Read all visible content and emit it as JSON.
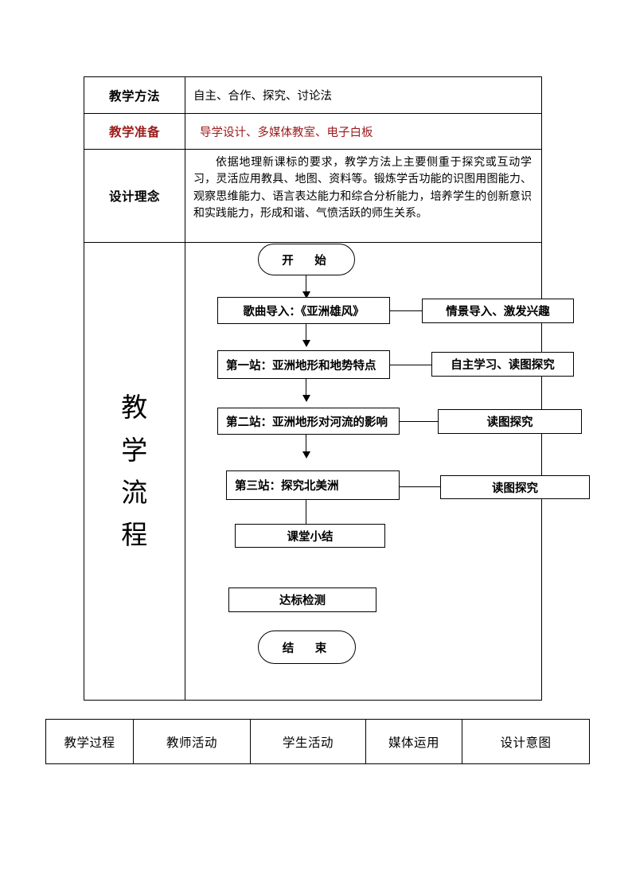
{
  "main_table": {
    "rows": [
      {
        "label": "教学方法",
        "text": "自主、合作、探究、讨论法"
      },
      {
        "label": "教学准备",
        "text": "导学设计、多媒体教室、电子白板",
        "color": "#9c1b1b"
      },
      {
        "label": "设计理念",
        "text": "依据地理新课标的要求，教学方法上主要侧重于探究或互动学习，灵活应用教具、地图、资料等。锻炼学舌功能的识图用图能力、观察思维能力、语言表达能力和综合分析能力，培养学生的创新意识和实践能力，形成和谐、气愤活跃的师生关系。"
      },
      {
        "label": "教学流程",
        "label_chars": [
          "教",
          "学",
          "流",
          "程"
        ]
      }
    ]
  },
  "flowchart": {
    "start_node": "开　始",
    "end_node": "结　束",
    "steps": [
      {
        "main": "歌曲导入：《亚洲雄风》",
        "note": "情景导入、激发兴趣"
      },
      {
        "main": "第一站：亚洲地形和地势特点",
        "note": "自主学习、读图探究"
      },
      {
        "main": "第二站：亚洲地形对河流的影响",
        "note": "读图探究"
      },
      {
        "main": "第三站：探究北美洲",
        "note": "读图探究"
      },
      {
        "main": "课堂小结",
        "note": ""
      },
      {
        "main": "达标检测",
        "note": ""
      }
    ]
  },
  "bottom_table": {
    "headers": [
      "教学过程",
      "教师活动",
      "学生活动",
      "媒体运用",
      "设计意图"
    ]
  }
}
